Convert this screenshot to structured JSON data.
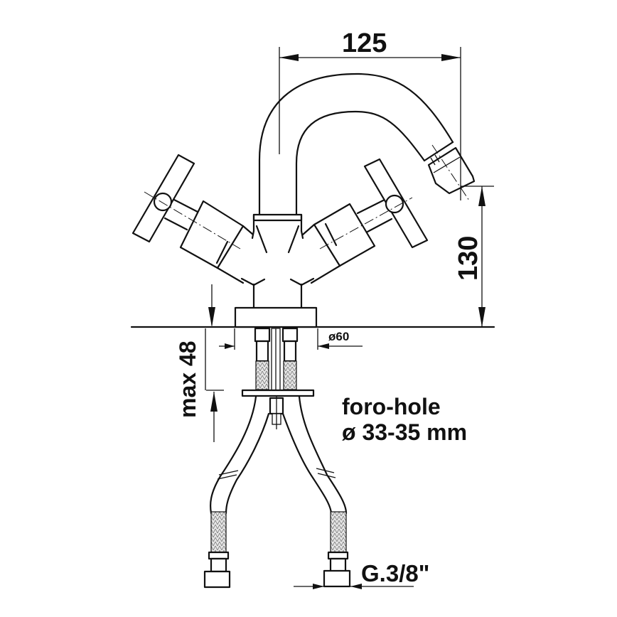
{
  "drawing": {
    "title": "Bidet mixer technical dimension drawing",
    "colors": {
      "line": "#111111",
      "background": "#ffffff"
    },
    "dimensions": {
      "spout_reach": {
        "label": "125",
        "unit": "mm"
      },
      "spout_height": {
        "label": "130",
        "unit": "mm"
      },
      "max_deck_thickness": {
        "label": "max 48",
        "unit": "mm"
      },
      "base_diameter": {
        "label": "ø60",
        "unit": "mm"
      }
    },
    "notes": {
      "hole_line1": "foro-hole",
      "hole_line2": "ø 33-35 mm",
      "connection_thread": "G.3/8\""
    },
    "components": [
      "swan-neck-spout",
      "aerator-swivel",
      "left-cross-handle",
      "right-cross-handle",
      "mixer-body",
      "base-flange",
      "deck-surface",
      "threaded-shank",
      "fixing-plate",
      "flexible-braided-hoses",
      "hose-nut-connectors"
    ]
  }
}
